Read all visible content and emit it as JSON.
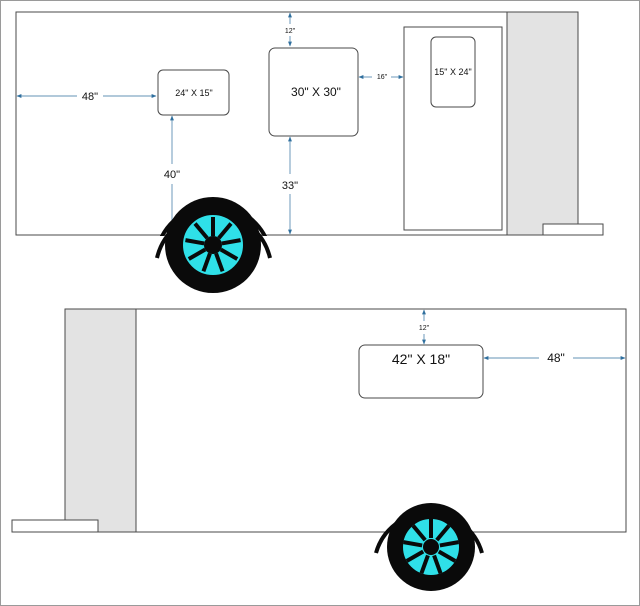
{
  "colors": {
    "outline": "#4a4a4a",
    "shade": "#e3e3e3",
    "arrow": "#2f6f9e",
    "tire": "#0a0a0a",
    "hub": "#2fe0e8",
    "background": "#ffffff"
  },
  "side_a": {
    "windows": {
      "small": "24\" X 15\"",
      "large": "30\" X 30\"",
      "door_window": "15\" X 24\""
    },
    "dimensions": {
      "left_offset": "48\"",
      "top_gap": "12\"",
      "window_spacing": "16\"",
      "small_height": "40\"",
      "large_height": "33\""
    }
  },
  "side_b": {
    "windows": {
      "large": "42\" X 18\""
    },
    "dimensions": {
      "top_gap": "12\"",
      "right_offset": "48\""
    }
  }
}
